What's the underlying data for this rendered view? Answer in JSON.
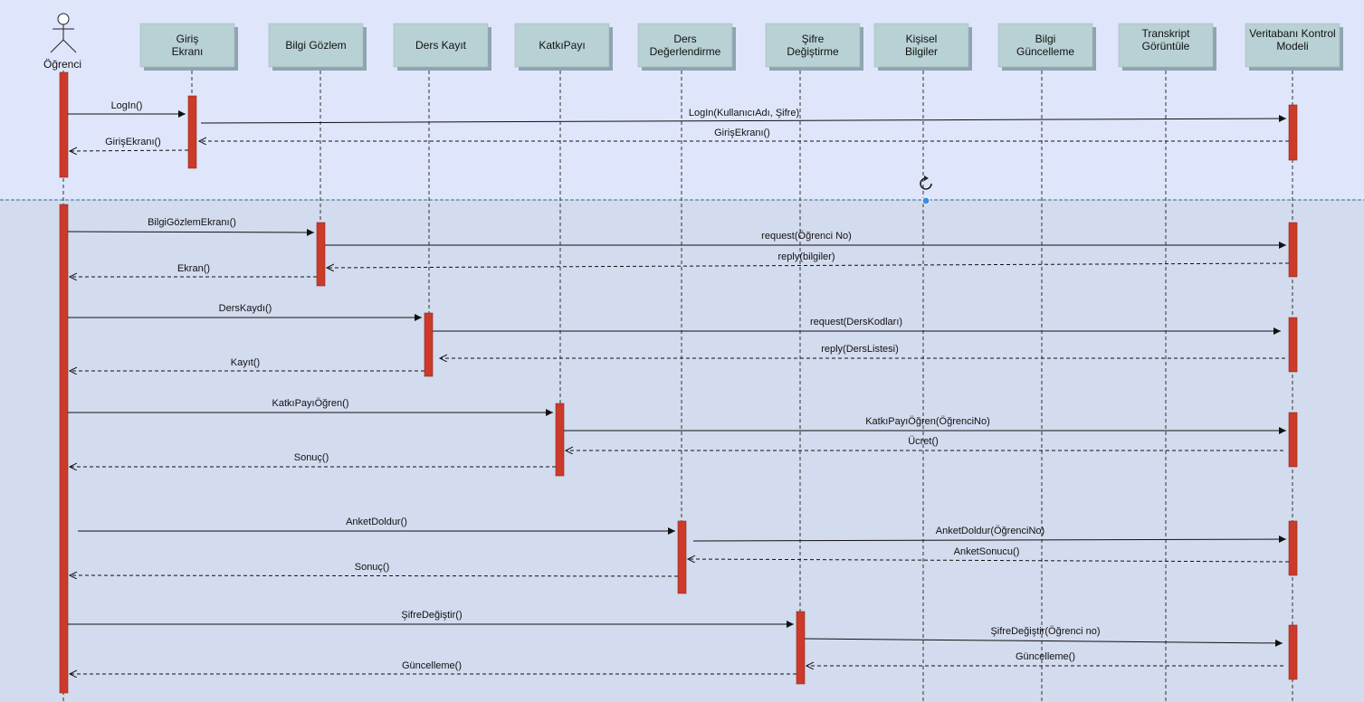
{
  "diagram": {
    "actor": {
      "label": "Öğrenci"
    },
    "participants": [
      {
        "id": "giris",
        "lines": [
          "Giriş",
          "Ekranı"
        ]
      },
      {
        "id": "bilgi",
        "lines": [
          "Bilgi Gözlem"
        ]
      },
      {
        "id": "ders_kayit",
        "lines": [
          "Ders Kayıt"
        ]
      },
      {
        "id": "katki",
        "lines": [
          "KatkıPayı"
        ]
      },
      {
        "id": "ders_deg",
        "lines": [
          "Ders",
          "Değerlendirme"
        ]
      },
      {
        "id": "sifre",
        "lines": [
          "Şifre",
          "Değiştirme"
        ]
      },
      {
        "id": "kisisel",
        "lines": [
          "Kişisel",
          "Bilgiler"
        ]
      },
      {
        "id": "guncelleme",
        "lines": [
          "Bilgi",
          "Güncelleme"
        ]
      },
      {
        "id": "transkript",
        "lines": [
          "Transkript",
          "Görüntüle"
        ]
      },
      {
        "id": "veritabani",
        "lines": [
          "Veritabanı Kontrol",
          "Modeli"
        ]
      }
    ],
    "messages": [
      {
        "label": "LogIn()"
      },
      {
        "label": "LogIn(KullanıcıAdı, Şifre)"
      },
      {
        "label": "GirişEkranı()"
      },
      {
        "label": "GirişEkranı()"
      },
      {
        "label": "BilgiGözlemEkranı()"
      },
      {
        "label": "request(Öğrenci No)"
      },
      {
        "label": "reply(bilgiler)"
      },
      {
        "label": "Ekran()"
      },
      {
        "label": "DersKaydı()"
      },
      {
        "label": "request(DersKodları)"
      },
      {
        "label": "reply(DersListesi)"
      },
      {
        "label": "Kayıt()"
      },
      {
        "label": "KatkıPayıÖğren()"
      },
      {
        "label": "KatkıPayıÖğren(ÖğrenciNo)"
      },
      {
        "label": "Ücret()"
      },
      {
        "label": "Sonuç()"
      },
      {
        "label": "AnketDoldur()"
      },
      {
        "label": "AnketDoldur(ÖğrenciNo)"
      },
      {
        "label": "AnketSonucu()"
      },
      {
        "label": "Sonuç()"
      },
      {
        "label": "ŞifreDeğiştir()"
      },
      {
        "label": "ŞifreDeğiştir(Öğrenci no)"
      },
      {
        "label": "Güncelleme()"
      },
      {
        "label": "Güncelleme()"
      }
    ],
    "colors": {
      "top_region": "#dfe6fb",
      "bottom_region": "#d3dbee",
      "participant_box": "#b8d1d4",
      "activation": "#cc3a2a",
      "separator": "#2f6f8a",
      "handle": "#3a8fe0"
    },
    "icons": [
      "rotate-icon",
      "handle-dot-icon"
    ]
  }
}
